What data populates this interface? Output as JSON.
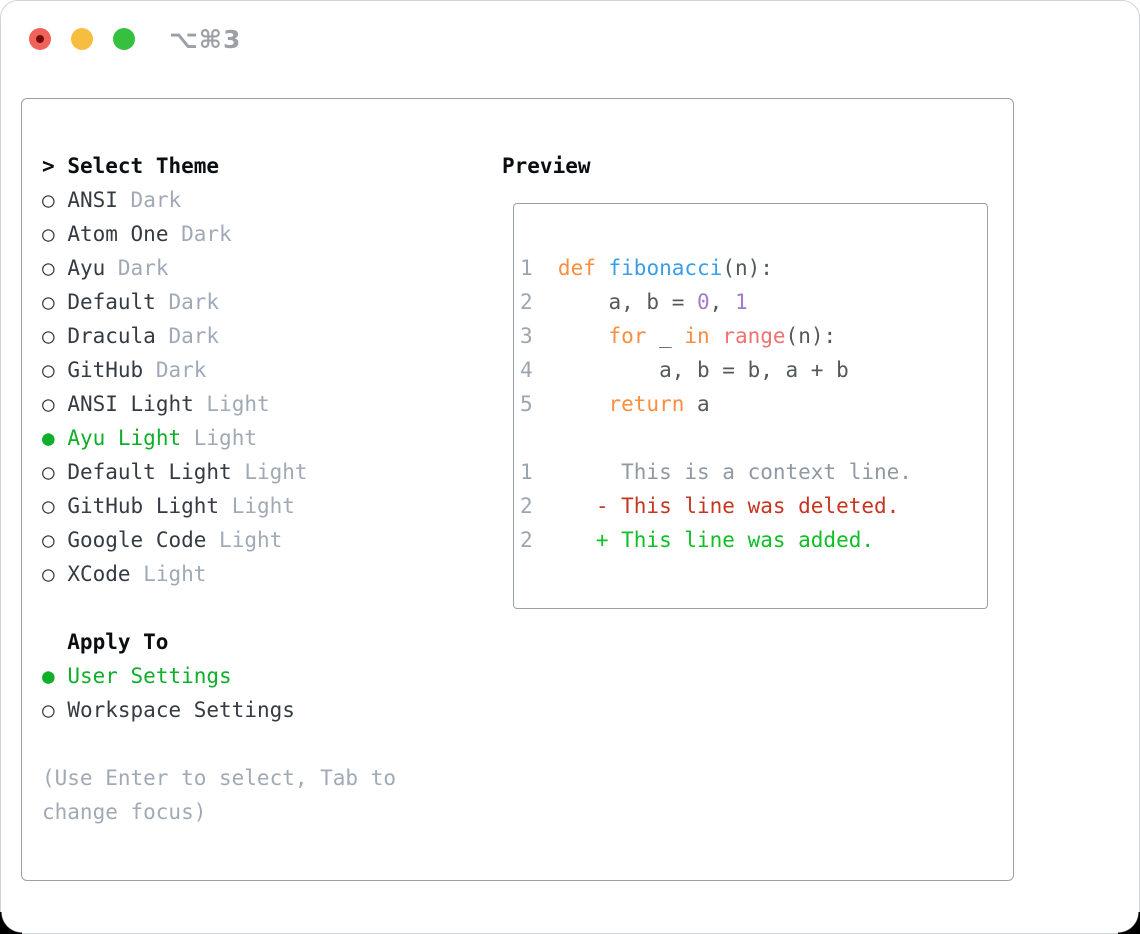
{
  "window": {
    "shortcut": "⌥⌘3"
  },
  "panel": {
    "theme_list": {
      "header_prefix": ">",
      "header": "Select Theme",
      "items": [
        {
          "name": "ANSI",
          "tag": "Dark",
          "selected": false
        },
        {
          "name": "Atom One",
          "tag": "Dark",
          "selected": false
        },
        {
          "name": "Ayu",
          "tag": "Dark",
          "selected": false
        },
        {
          "name": "Default",
          "tag": "Dark",
          "selected": false
        },
        {
          "name": "Dracula",
          "tag": "Dark",
          "selected": false
        },
        {
          "name": "GitHub",
          "tag": "Dark",
          "selected": false
        },
        {
          "name": "ANSI Light",
          "tag": "Light",
          "selected": false
        },
        {
          "name": "Ayu Light",
          "tag": "Light",
          "selected": true
        },
        {
          "name": "Default Light",
          "tag": "Light",
          "selected": false
        },
        {
          "name": "GitHub Light",
          "tag": "Light",
          "selected": false
        },
        {
          "name": "Google Code",
          "tag": "Light",
          "selected": false
        },
        {
          "name": "XCode",
          "tag": "Light",
          "selected": false
        }
      ]
    },
    "apply_to": {
      "header": "Apply To",
      "items": [
        {
          "name": "User Settings",
          "selected": true
        },
        {
          "name": "Workspace Settings",
          "selected": false
        }
      ]
    },
    "hint_line1": "(Use Enter to select, Tab to",
    "hint_line2": "change focus)",
    "preview": {
      "header": "Preview",
      "code_lines": [
        {
          "num": "1",
          "tokens": [
            {
              "t": "def",
              "c": "kw"
            },
            {
              "t": " ",
              "c": "fg"
            },
            {
              "t": "fibonacci",
              "c": "fn"
            },
            {
              "t": "(n):",
              "c": "fg"
            }
          ]
        },
        {
          "num": "2",
          "tokens": [
            {
              "t": "    a, b = ",
              "c": "fg"
            },
            {
              "t": "0",
              "c": "num"
            },
            {
              "t": ", ",
              "c": "fg"
            },
            {
              "t": "1",
              "c": "num"
            }
          ]
        },
        {
          "num": "3",
          "tokens": [
            {
              "t": "    ",
              "c": "fg"
            },
            {
              "t": "for",
              "c": "kw"
            },
            {
              "t": " _ ",
              "c": "fg"
            },
            {
              "t": "in",
              "c": "kw"
            },
            {
              "t": " ",
              "c": "fg"
            },
            {
              "t": "range",
              "c": "builtin"
            },
            {
              "t": "(n):",
              "c": "fg"
            }
          ]
        },
        {
          "num": "4",
          "tokens": [
            {
              "t": "        a, b = b, a + b",
              "c": "fg"
            }
          ]
        },
        {
          "num": "5",
          "tokens": [
            {
              "t": "    ",
              "c": "fg"
            },
            {
              "t": "return",
              "c": "kw"
            },
            {
              "t": " a",
              "c": "fg"
            }
          ]
        },
        {
          "num": "",
          "tokens": []
        },
        {
          "num": "1",
          "tokens": [
            {
              "t": "     This is a context line.",
              "c": "ctx"
            }
          ]
        },
        {
          "num": "2",
          "tokens": [
            {
              "t": "   - This line was deleted.",
              "c": "del"
            }
          ]
        },
        {
          "num": "2",
          "tokens": [
            {
              "t": "   + This line was added.",
              "c": "add"
            }
          ]
        }
      ]
    }
  },
  "colors": {
    "ui_green": "#0fae2b",
    "item_text": "#343b42",
    "muted": "#a0aab6",
    "header_text": "#0b0e11",
    "panel_border": "#98a1ab",
    "code_fg": "#52585e",
    "kw": "#fa8d3e",
    "fn": "#399ee6",
    "num": "#a37acc",
    "builtin": "#f07171",
    "ln": "#9aa5b1",
    "ctx": "#8f99a3",
    "del": "#c5361f",
    "add": "#0fbf26",
    "tl_close": "#f0635a",
    "tl_close_dot": "#750b09",
    "tl_min": "#f6bd41",
    "tl_max": "#36c03f",
    "shortcut": "#9b9fa6"
  }
}
